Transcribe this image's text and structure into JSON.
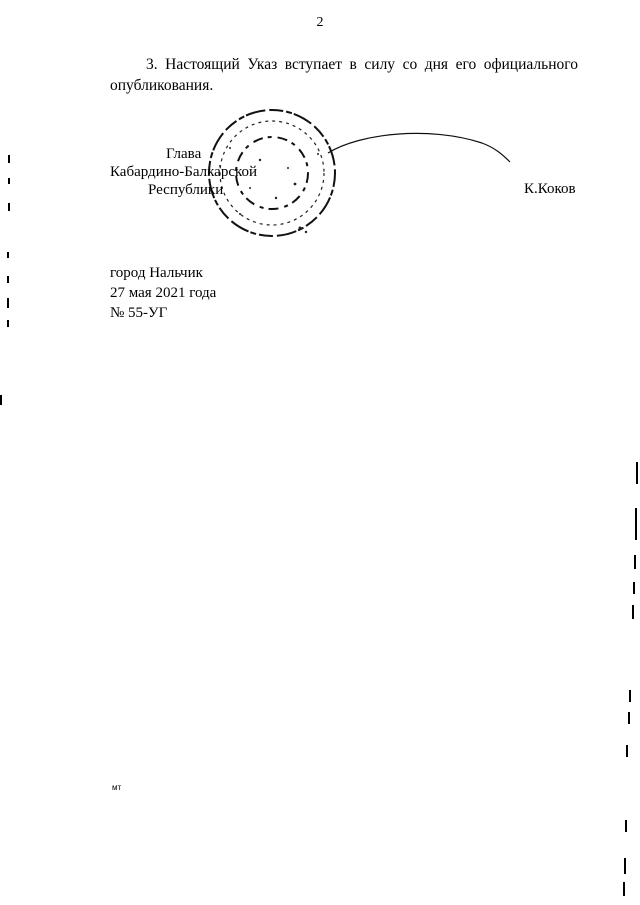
{
  "page_number": "2",
  "paragraph": "3. Настоящий Указ вступает в силу со дня его официального опубликования.",
  "signatory": {
    "title_line_1": "Глава",
    "title_line_2": "Кабардино-Балкарской",
    "title_line_3": "Республики",
    "name": "К.Коков"
  },
  "place": "город Нальчик",
  "date": "27 мая 2021 года",
  "number": "№ 55-УГ",
  "initials": "мт"
}
